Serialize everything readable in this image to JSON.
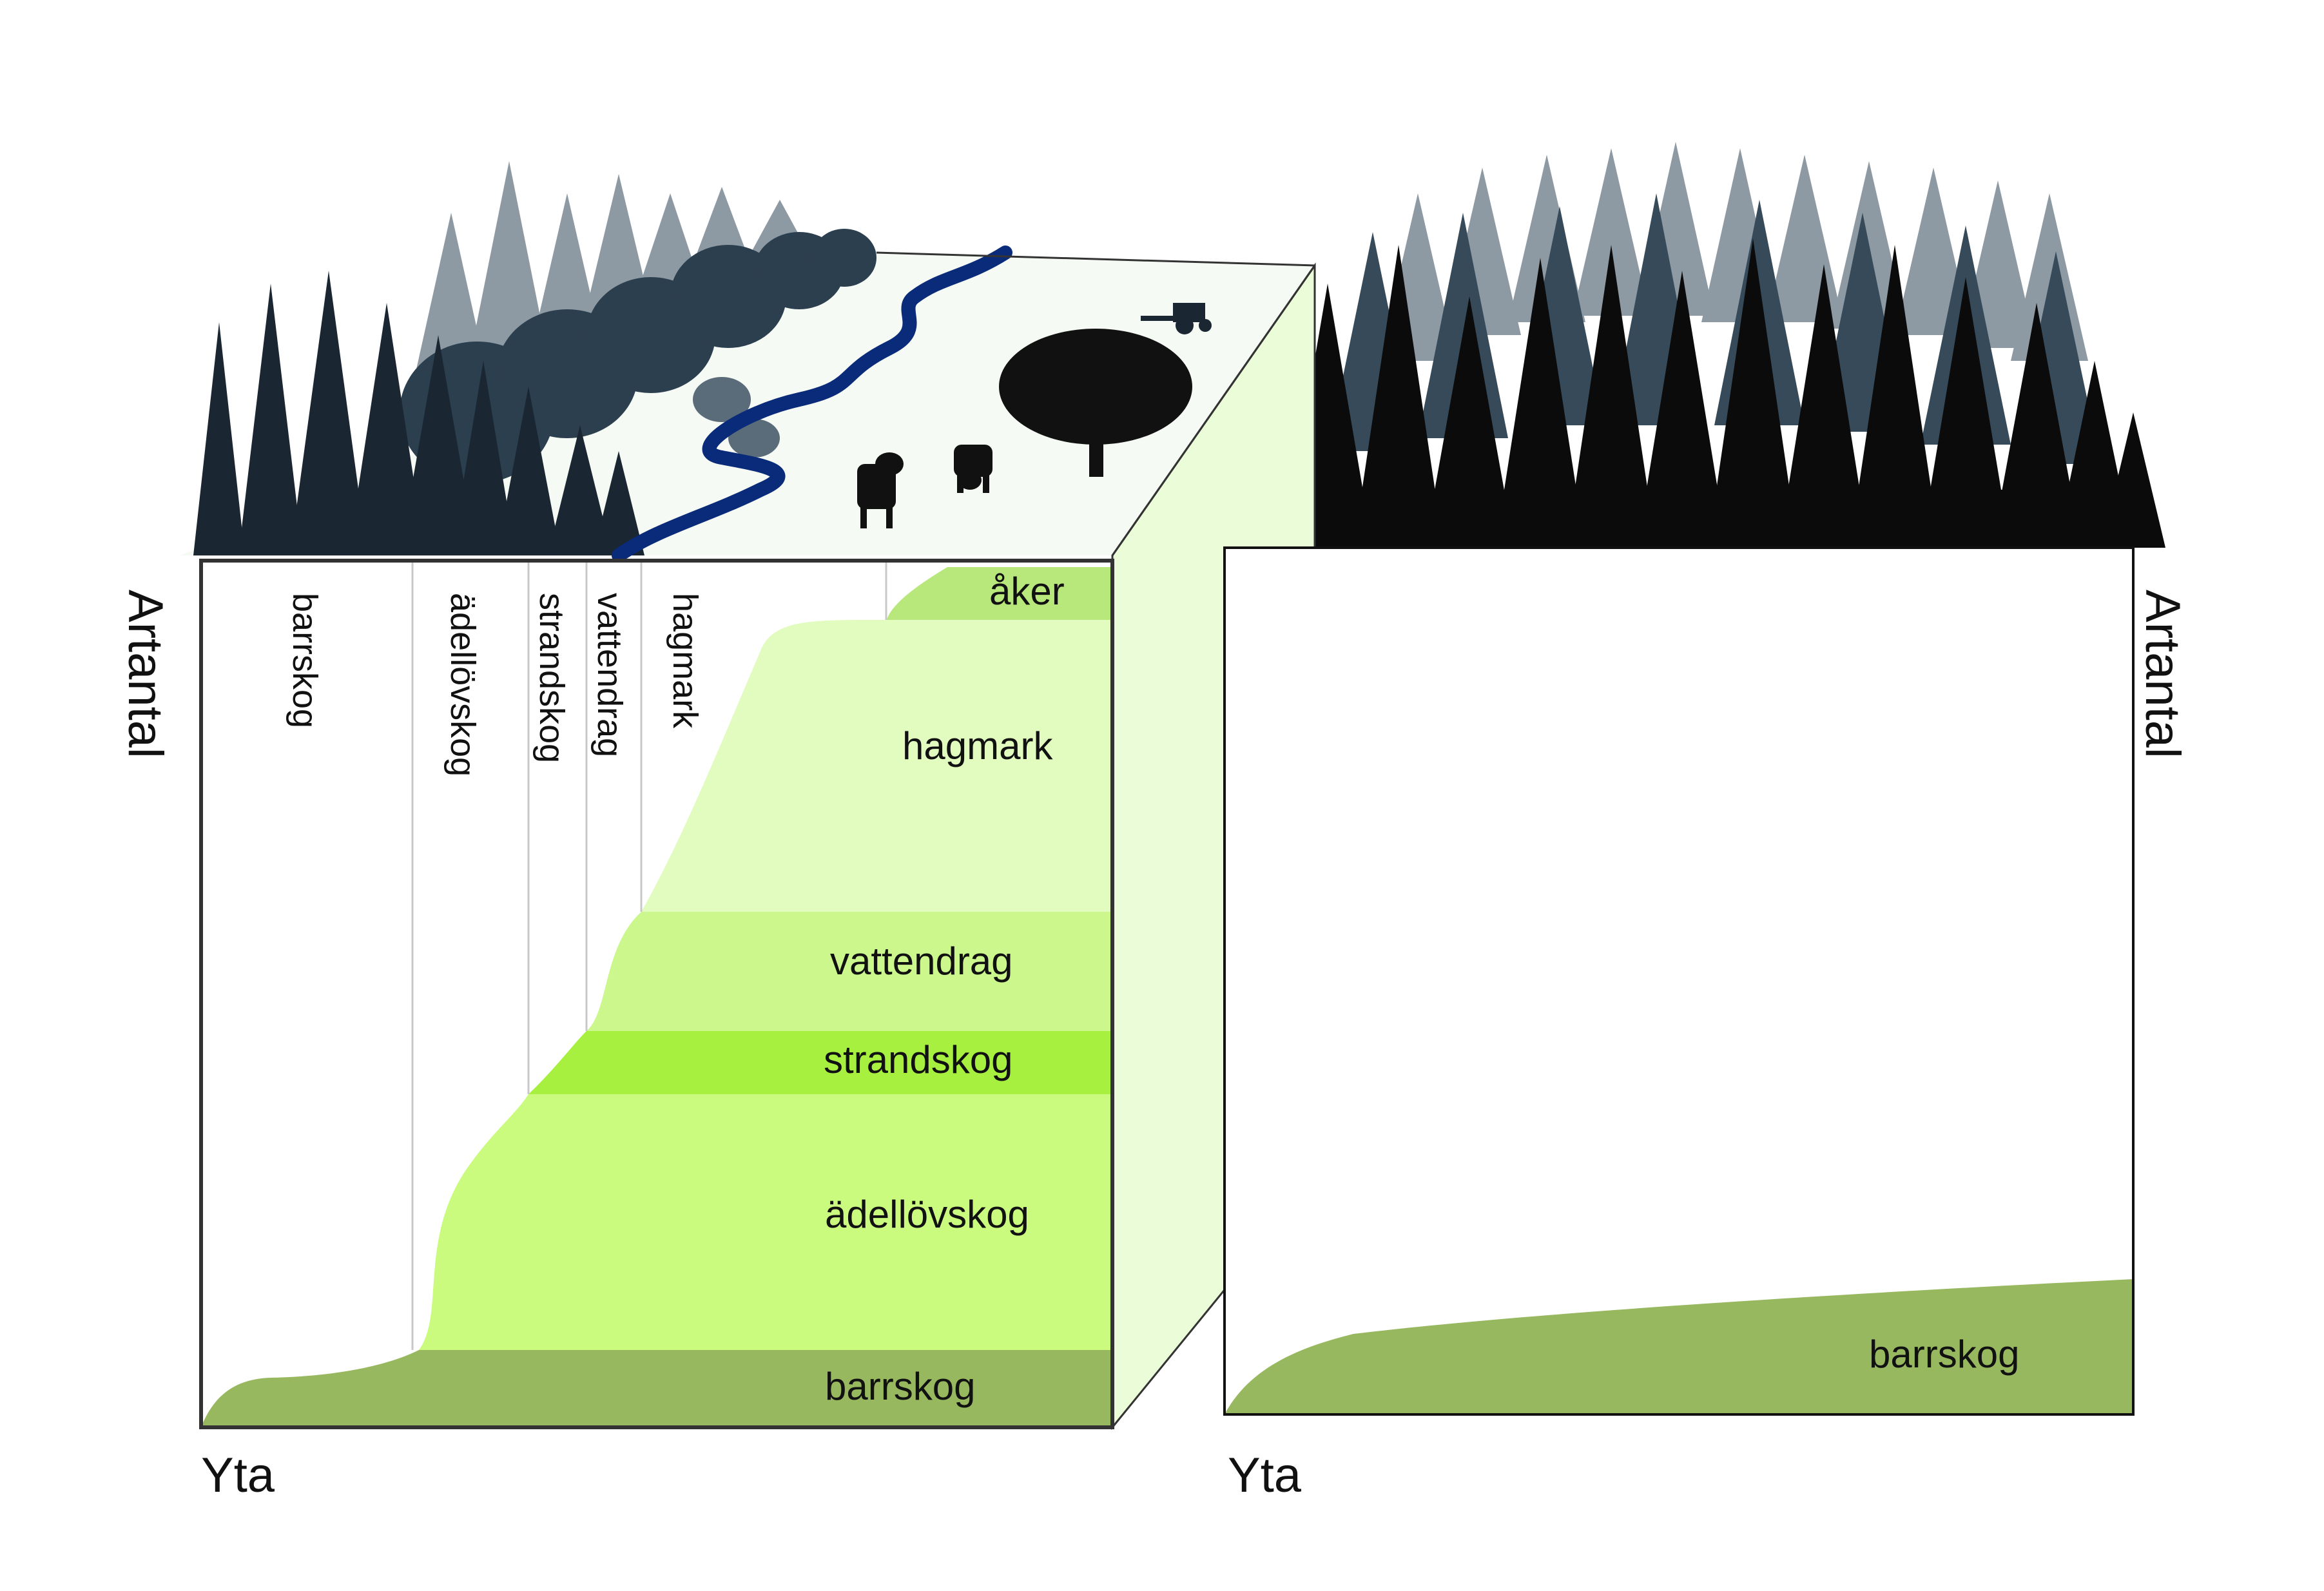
{
  "left_panel": {
    "y_axis_label": "Artantal",
    "x_axis_label": "Yta",
    "column_labels": [
      "barrskog",
      "ädellövskog",
      "strandskog",
      "vattendrag",
      "hagmark"
    ],
    "bands": [
      {
        "label": "åker",
        "color": "#b8e87c"
      },
      {
        "label": "hagmark",
        "color": "#e2fcc0"
      },
      {
        "label": "vattendrag",
        "color": "#cbf78c"
      },
      {
        "label": "strandskog",
        "color": "#a7f03f"
      },
      {
        "label": "ädellövskog",
        "color": "#cbfb7e"
      },
      {
        "label": "barrskog",
        "color": "#97b85f"
      }
    ]
  },
  "right_panel": {
    "y_axis_label": "Artantal",
    "x_axis_label": "Yta",
    "bands": [
      {
        "label": "barrskog",
        "color": "#97b85f"
      }
    ]
  },
  "colors": {
    "frame": "#333333",
    "divider": "#c8c8c8",
    "side_face": "#eafcd8",
    "dark_conifer": "#0b0b0b",
    "mid_conifer": "#364a5a",
    "pale_conifer": "#8d9aa3",
    "river": "#0a2a7a",
    "landscape_ground": "#f6faf4"
  },
  "icons": [
    "forest-scene",
    "conifer-tree",
    "deciduous-tree",
    "river",
    "cow-silhouette",
    "tractor-silhouette"
  ]
}
